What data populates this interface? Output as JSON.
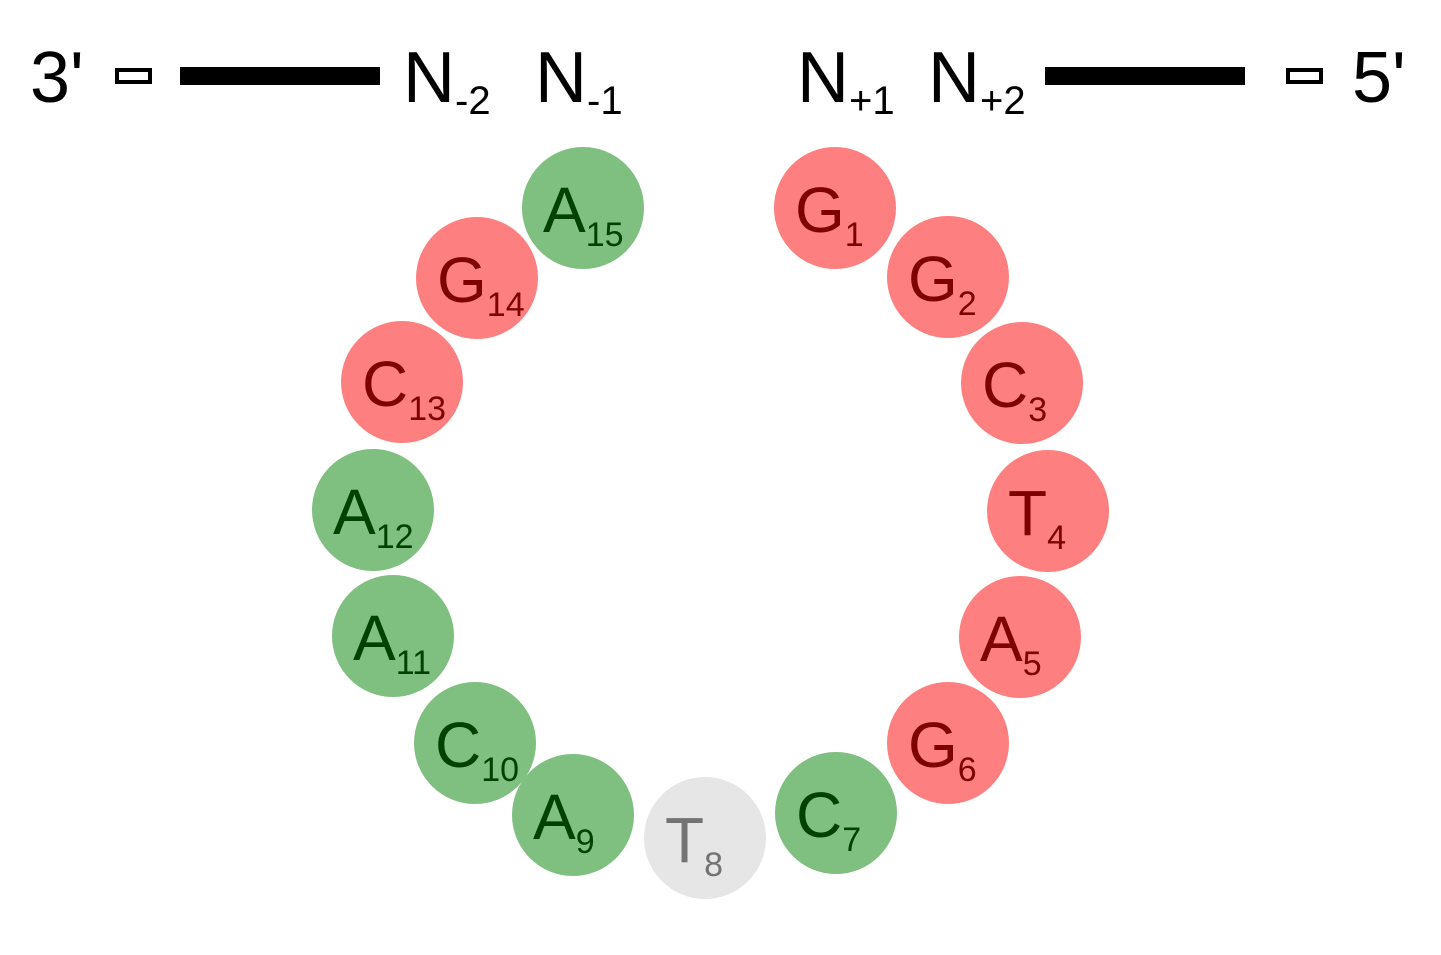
{
  "strand": {
    "end_3": "3'",
    "end_5": "5'",
    "n_minus_2": {
      "base": "N",
      "sub": "-2"
    },
    "n_minus_1": {
      "base": "N",
      "sub": "-1"
    },
    "n_plus_1": {
      "base": "N",
      "sub": "+1"
    },
    "n_plus_2": {
      "base": "N",
      "sub": "+2"
    }
  },
  "colors": {
    "red_fill": "#fd7f7f",
    "red_text": "#7f0000",
    "green_fill": "#7fbf7f",
    "green_text": "#004000",
    "grey_fill": "#e6e6e6",
    "grey_text": "#737373"
  },
  "nucleotides": [
    {
      "base": "G",
      "index": "1",
      "group": "red"
    },
    {
      "base": "G",
      "index": "2",
      "group": "red"
    },
    {
      "base": "C",
      "index": "3",
      "group": "red"
    },
    {
      "base": "T",
      "index": "4",
      "group": "red"
    },
    {
      "base": "A",
      "index": "5",
      "group": "red"
    },
    {
      "base": "G",
      "index": "6",
      "group": "red"
    },
    {
      "base": "C",
      "index": "7",
      "group": "green"
    },
    {
      "base": "T",
      "index": "8",
      "group": "grey"
    },
    {
      "base": "A",
      "index": "9",
      "group": "green"
    },
    {
      "base": "C",
      "index": "10",
      "group": "green"
    },
    {
      "base": "A",
      "index": "11",
      "group": "green"
    },
    {
      "base": "A",
      "index": "12",
      "group": "green"
    },
    {
      "base": "C",
      "index": "13",
      "group": "red"
    },
    {
      "base": "G",
      "index": "14",
      "group": "red"
    },
    {
      "base": "A",
      "index": "15",
      "group": "green"
    }
  ]
}
